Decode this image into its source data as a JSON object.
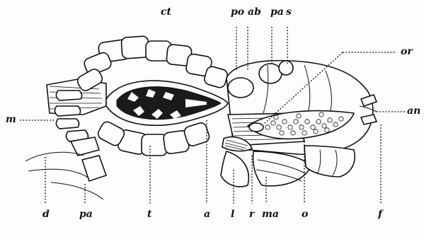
{
  "figure": {
    "labels": {
      "ct": "ct",
      "po": "po",
      "ab": "ab",
      "pa_top": "pa",
      "s": "s",
      "or": "or",
      "an": "an",
      "m": "m",
      "d": "d",
      "pa_bottom": "pa",
      "t": "t",
      "a": "a",
      "l": "l",
      "r": "r",
      "ma": "ma",
      "o": "o",
      "f": "f"
    },
    "colors": {
      "ink": "#111111",
      "paper": "#fdfdfb",
      "cavity": "#1a1a1a"
    }
  }
}
